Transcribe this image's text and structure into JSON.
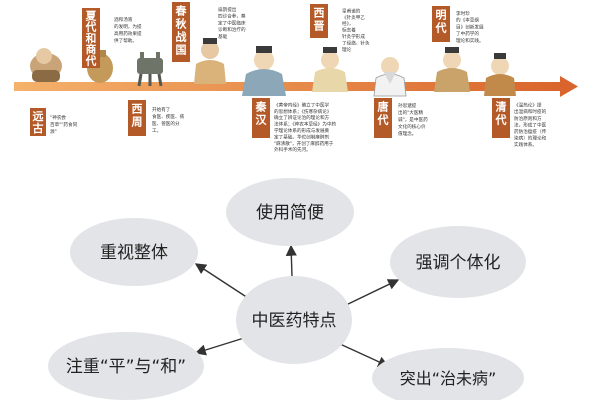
{
  "timeline": {
    "eras": [
      {
        "label": "远古",
        "color": "#b45a28"
      },
      {
        "label": "夏代和商代",
        "color": "#b45a28"
      },
      {
        "label": "西周",
        "color": "#b45a28"
      },
      {
        "label": "春秋战国",
        "color": "#b45a28"
      },
      {
        "label": "秦汉",
        "color": "#b45a28"
      },
      {
        "label": "西晋",
        "color": "#b45a28"
      },
      {
        "label": "唐代",
        "color": "#b45a28"
      },
      {
        "label": "明代",
        "color": "#b45a28"
      },
      {
        "label": "清代",
        "color": "#b45a28"
      }
    ],
    "notes": [
      [
        "\"神农尝",
        "百草\"\"药食同",
        "源\""
      ],
      [
        "酒和汤液",
        "的发明，为提",
        "高用药效果提",
        "供了帮助。"
      ],
      [
        "开始有了",
        "食医、疾医、疡",
        "医、兽医的分",
        "工。"
      ],
      [
        "扁鹊提出",
        "四诊合参，奠",
        "定了中医临床",
        "诊断和治疗的",
        "基础"
      ],
      [
        "《黄帝内经》确立了中医学",
        "的思想体系；《伤寒杂病论》",
        "确立了辨证论治的理论和方",
        "法体系；《神农本草经》为中药",
        "学理论体系的形成与发展奠",
        "定了基础。华佗创制麻醉剂",
        "\"麻沸散\"，开创了麻醉药用于",
        "外科手术的先河。"
      ],
      [
        "皇甫谧的",
        "《针灸甲乙",
        "经》，",
        "标志着",
        "针灸学形成",
        "了经络、针灸",
        "理论"
      ],
      [
        "孙思邈提",
        "出的\"大医精",
        "诚\"，是中医药",
        "文化的核心价",
        "值理念。"
      ],
      [
        "李时珍",
        "的《本草纲",
        "目》创新发展",
        "了中药学的",
        "理论和实践。"
      ],
      [
        "《温热论》提",
        "出温病和时疫的",
        "防治原则和方",
        "法，形成了中医",
        "药防治瘟疫（传",
        "染病）的理论和",
        "实践体系。"
      ]
    ]
  },
  "mindmap": {
    "center": "中医药特点",
    "nodes": [
      {
        "label": "重视整体"
      },
      {
        "label": "使用简便"
      },
      {
        "label": "强调个体化"
      },
      {
        "label": "注重“平”与“和”"
      },
      {
        "label": "突出“治未病”"
      }
    ],
    "bubble_color": "#e2e4e7",
    "arrow_color": "#333333"
  }
}
